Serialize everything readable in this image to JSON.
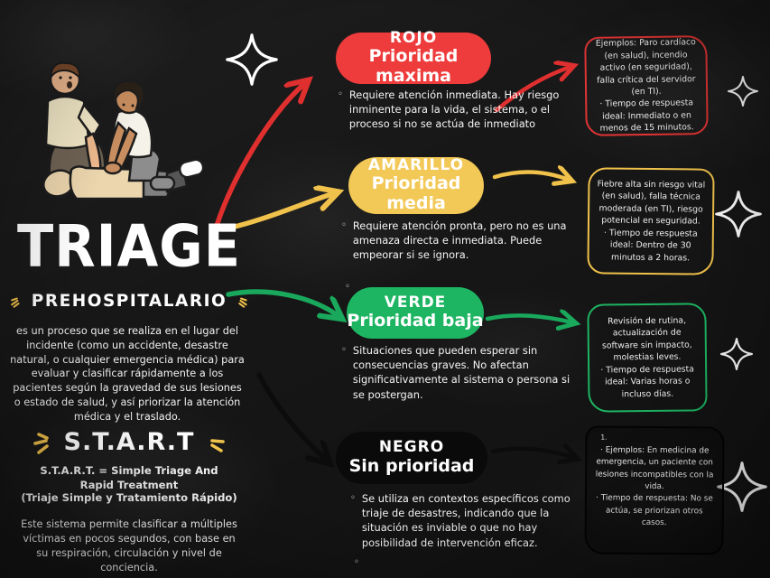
{
  "colors": {
    "red": "#ee3b3b",
    "yellow": "#f2c857",
    "green": "#1db462",
    "black_pill": "#0a0a0a",
    "white": "#ffffff",
    "background": "#171717"
  },
  "header": {
    "title": "TRIAGE",
    "subtitle": "PREHOSPITALARIO"
  },
  "intro": {
    "text": "es un proceso que se realiza en el lugar del incidente (como un accidente, desastre natural, o cualquier emergencia médica) para evaluar y clasificar rápidamente a los pacientes según la gravedad de sus lesiones o estado de salud, y así priorizar la atención médica y el traslado."
  },
  "start": {
    "heading": "S.T.A.R.T",
    "definition": "S.T.A.R.T. = Simple Triage And Rapid Treatment",
    "translation": "(Triaje Simple y Tratamiento Rápido)",
    "body": "Este sistema permite clasificar a múltiples víctimas en pocos segundos, con base en su respiración, circulación y nivel de conciencia."
  },
  "illustration": {
    "description": "Two people practicing CPR chest compressions on a person lying on the ground"
  },
  "categories": [
    {
      "id": "rojo",
      "label": "ROJO",
      "priority": "Prioridad maxima",
      "color": "#ee3b3b",
      "description": "Requiere atención inmediata. Hay riesgo inminente para la vida, el sistema, o el proceso si no se actúa de inmediato",
      "example": "Ejemplos: Paro cardíaco (en salud), incendio activo (en seguridad), falla crítica del servidor (en TI).\n· Tiempo de respuesta ideal: Inmediato o en menos de 15 minutos."
    },
    {
      "id": "amarillo",
      "label": "AMARILLO",
      "priority": "Prioridad media",
      "color": "#f2c857",
      "description": "Requiere atención pronta, pero no es una amenaza directa e inmediata. Puede empeorar si se ignora.",
      "example": "Fiebre alta sin riesgo vital (en salud), falla técnica moderada (en TI), riesgo potencial en seguridad.\n· Tiempo de respuesta ideal: Dentro de 30 minutos a 2 horas."
    },
    {
      "id": "verde",
      "label": "VERDE",
      "priority": "Prioridad baja",
      "color": "#1db462",
      "description": "Situaciones que pueden esperar sin consecuencias graves. No afectan significativamente al sistema o persona si se postergan.",
      "example": "Revisión de rutina, actualización de software sin impacto, molestias leves.\n· Tiempo de respuesta ideal: Varias horas o incluso días."
    },
    {
      "id": "negro",
      "label": "NEGRO",
      "priority": "Sin prioridad",
      "color": "#0a0a0a",
      "description": "Se utiliza en contextos específicos como triaje de desastres, indicando que la situación es inviable o que no hay posibilidad de intervención eficaz.",
      "example_prefix": "1.",
      "example": "· Ejemplos: En medicina de emergencia, un paciente con lesiones incompatibles con la vida.\n· Tiempo de respuesta: No se actúa, se priorizan otros casos."
    }
  ]
}
